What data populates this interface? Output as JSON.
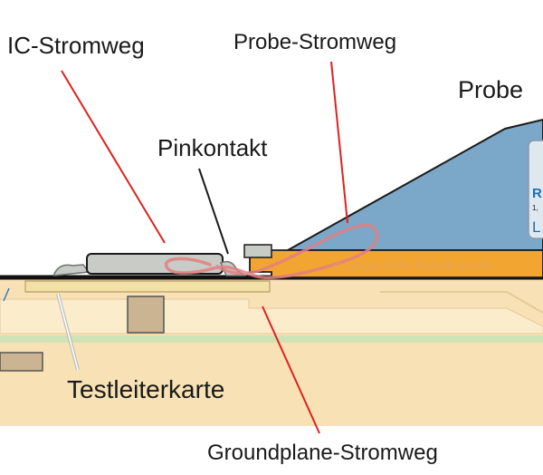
{
  "labels": {
    "ic_current_path": "IC-Stromweg",
    "probe_current_path": "Probe-Stromweg",
    "probe": "Probe",
    "pin_contact": "Pinkontakt",
    "test_board": "Testleiterkarte",
    "groundplane_current_path": "Groundplane-Stromweg"
  },
  "probe_fragment": {
    "line1": "R",
    "line2": "1,",
    "line3": "L"
  },
  "watermark": "© Langer EMV-Technik GmbH",
  "colors": {
    "probe_body": "#7ba7c8",
    "probe_outline": "#1b1b1b",
    "board_fill": "#f8e2b5",
    "board_light": "#fbeccc",
    "green_layer": "#cfe3b6",
    "ic_fill": "#c9cbc6",
    "probe_foot": "#f3a531",
    "current_loop": "#e08080",
    "leader_red": "#e02020",
    "leader_black": "#1a1a1a"
  }
}
